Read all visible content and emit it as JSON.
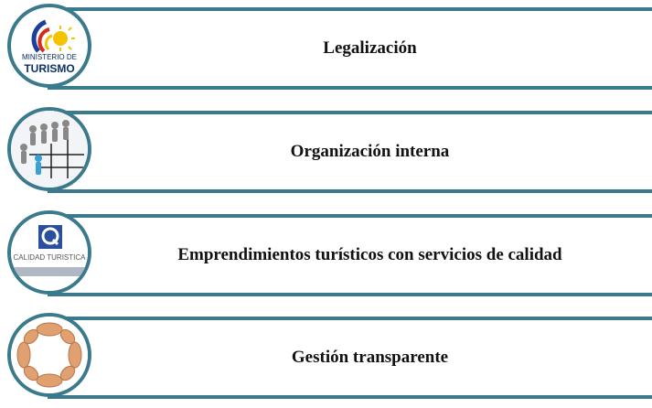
{
  "items": [
    {
      "label": "Legalización",
      "badge_line1": "MINISTERIO DE",
      "badge_line2": "TURISMO",
      "icon": "ministerio-turismo-logo"
    },
    {
      "label": "Organización interna",
      "icon": "org-chart-people-icon"
    },
    {
      "label": "Emprendimientos turísticos con servicios de calidad",
      "badge_line1": "CALIDAD TURISTICA",
      "icon": "quality-q-logo"
    },
    {
      "label": "Gestión transparente",
      "icon": "hands-circle-icon"
    }
  ],
  "colors": {
    "accent": "#3a7a8c",
    "text": "#111111"
  }
}
